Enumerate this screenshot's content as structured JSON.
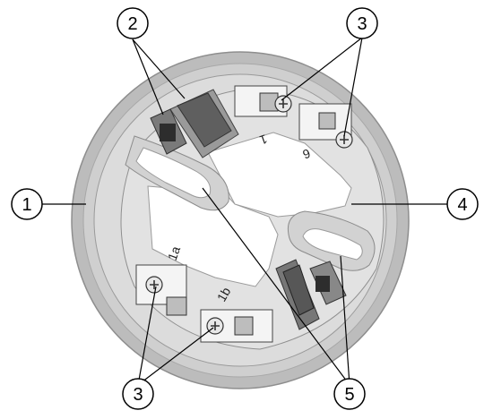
{
  "callouts": {
    "c1": "1",
    "c2": "2",
    "c3_top": "3",
    "c3_bottom": "3",
    "c4": "4",
    "c5": "5"
  },
  "terminal_labels": {
    "t1": "1",
    "t2": "6",
    "t3": "1a",
    "t4": "1b"
  },
  "colors": {
    "outer_ring": "#b9b9b9",
    "inner_ring": "#d6d6d6",
    "base": "#e3e3e3",
    "slot": "#ffffff",
    "dark_part": "#5f5f5f",
    "line": "#000000"
  }
}
